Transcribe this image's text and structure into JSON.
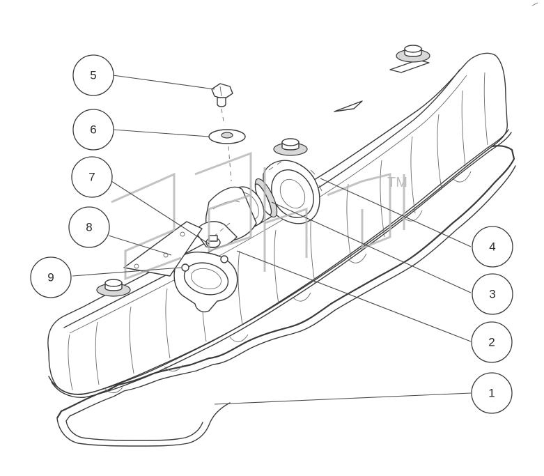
{
  "callouts": [
    {
      "label": "1"
    },
    {
      "label": "2"
    },
    {
      "label": "3"
    },
    {
      "label": "4"
    },
    {
      "label": "5"
    },
    {
      "label": "6"
    },
    {
      "label": "7"
    },
    {
      "label": "8"
    },
    {
      "label": "9"
    }
  ],
  "watermark": {
    "trademark": "TM"
  },
  "colors": {
    "line": "#3a3a3a",
    "background": "#ffffff",
    "watermark": "#b4b4b4"
  }
}
